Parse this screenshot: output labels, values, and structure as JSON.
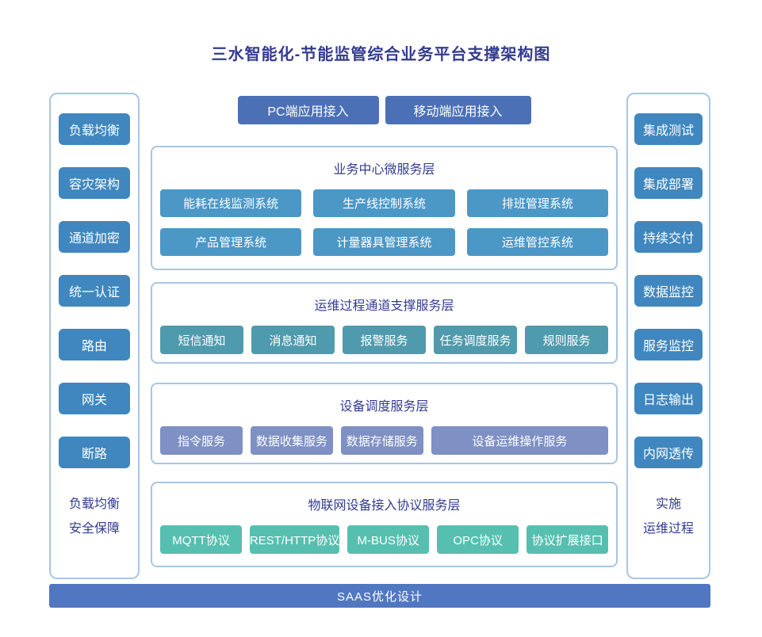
{
  "title": "三水智能化-节能监管综合业务平台支撑架构图",
  "colors": {
    "title_navy": "#333c90",
    "panel_border": "#a9c6e3",
    "side_button_blue": "#3f87be",
    "access_indigo": "#4b70b6",
    "layer1_blue": "#4b97c6",
    "layer2_teal": "#4f9bad",
    "layer3_slate": "#7e90c4",
    "layer4_green": "#57bfb0",
    "footer_bar_indigo": "#5277c1"
  },
  "left_panel": {
    "items": [
      "负载均衡",
      "容灾架构",
      "通道加密",
      "统一认证",
      "路由",
      "网关",
      "断路"
    ],
    "footer_lines": [
      "负载均衡",
      "安全保障"
    ]
  },
  "right_panel": {
    "items": [
      "集成测试",
      "集成部署",
      "持续交付",
      "数据监控",
      "服务监控",
      "日志输出",
      "内网透传"
    ],
    "footer_lines": [
      "实施",
      "运维过程"
    ]
  },
  "access_buttons": [
    "PC端应用接入",
    "移动端应用接入"
  ],
  "layers": [
    {
      "title": "业务中心微服务层",
      "rows": [
        [
          "能耗在线监测系统",
          "生产线控制系统",
          "排班管理系统"
        ],
        [
          "产品管理系统",
          "计量器具管理系统",
          "运维管控系统"
        ]
      ]
    },
    {
      "title": "运维过程通道支撑服务层",
      "items": [
        "短信通知",
        "消息通知",
        "报警服务",
        "任务调度服务",
        "规则服务"
      ]
    },
    {
      "title": "设备调度服务层",
      "items": [
        "指令服务",
        "数据收集服务",
        "数据存储服务",
        "设备运维操作服务"
      ]
    },
    {
      "title": "物联网设备接入协议服务层",
      "items": [
        "MQTT协议",
        "REST/HTTP协议",
        "M-BUS协议",
        "OPC协议",
        "协议扩展接口"
      ]
    }
  ],
  "footer_bar": "SAAS优化设计"
}
